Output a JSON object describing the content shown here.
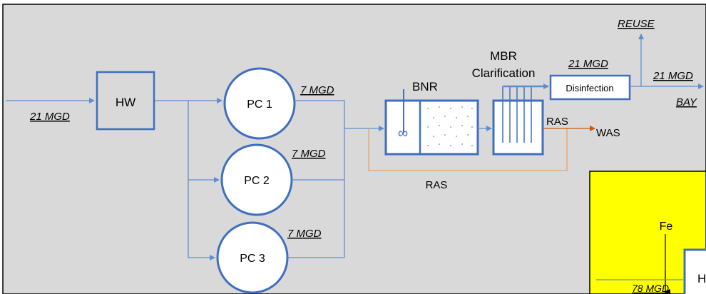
{
  "colors": {
    "background": "#d9d9d9",
    "pipe_blue": "#5b8fd1",
    "box_blue": "#3f6fbf",
    "ras_orange": "#e6a36b",
    "was_orange": "#c55a11",
    "inset_yellow": "#ffff00"
  },
  "labels": {
    "hw": "HW",
    "pc1": "PC 1",
    "pc2": "PC 2",
    "pc3": "PC 3",
    "bnr": "BNR",
    "mbr_line1": "MBR",
    "mbr_line2": "Clarification",
    "disinfection": "Disinfection",
    "ras_recycle": "RAS",
    "ras_out": "RAS",
    "was": "WAS",
    "reuse": "REUSE",
    "bay": "BAY",
    "fe": "Fe",
    "inset_partial": "H",
    "infinity": "∞"
  },
  "flows": {
    "influent": "21 MGD",
    "pc1": "7 MGD",
    "pc2": "7 MGD",
    "pc3": "7 MGD",
    "to_disinfection": "21 MGD",
    "to_bay": "21 MGD",
    "inset": "78 MGD"
  },
  "icons": {
    "mixer": "mixer-infinity-icon",
    "membrane": "membrane-fibers-icon"
  }
}
